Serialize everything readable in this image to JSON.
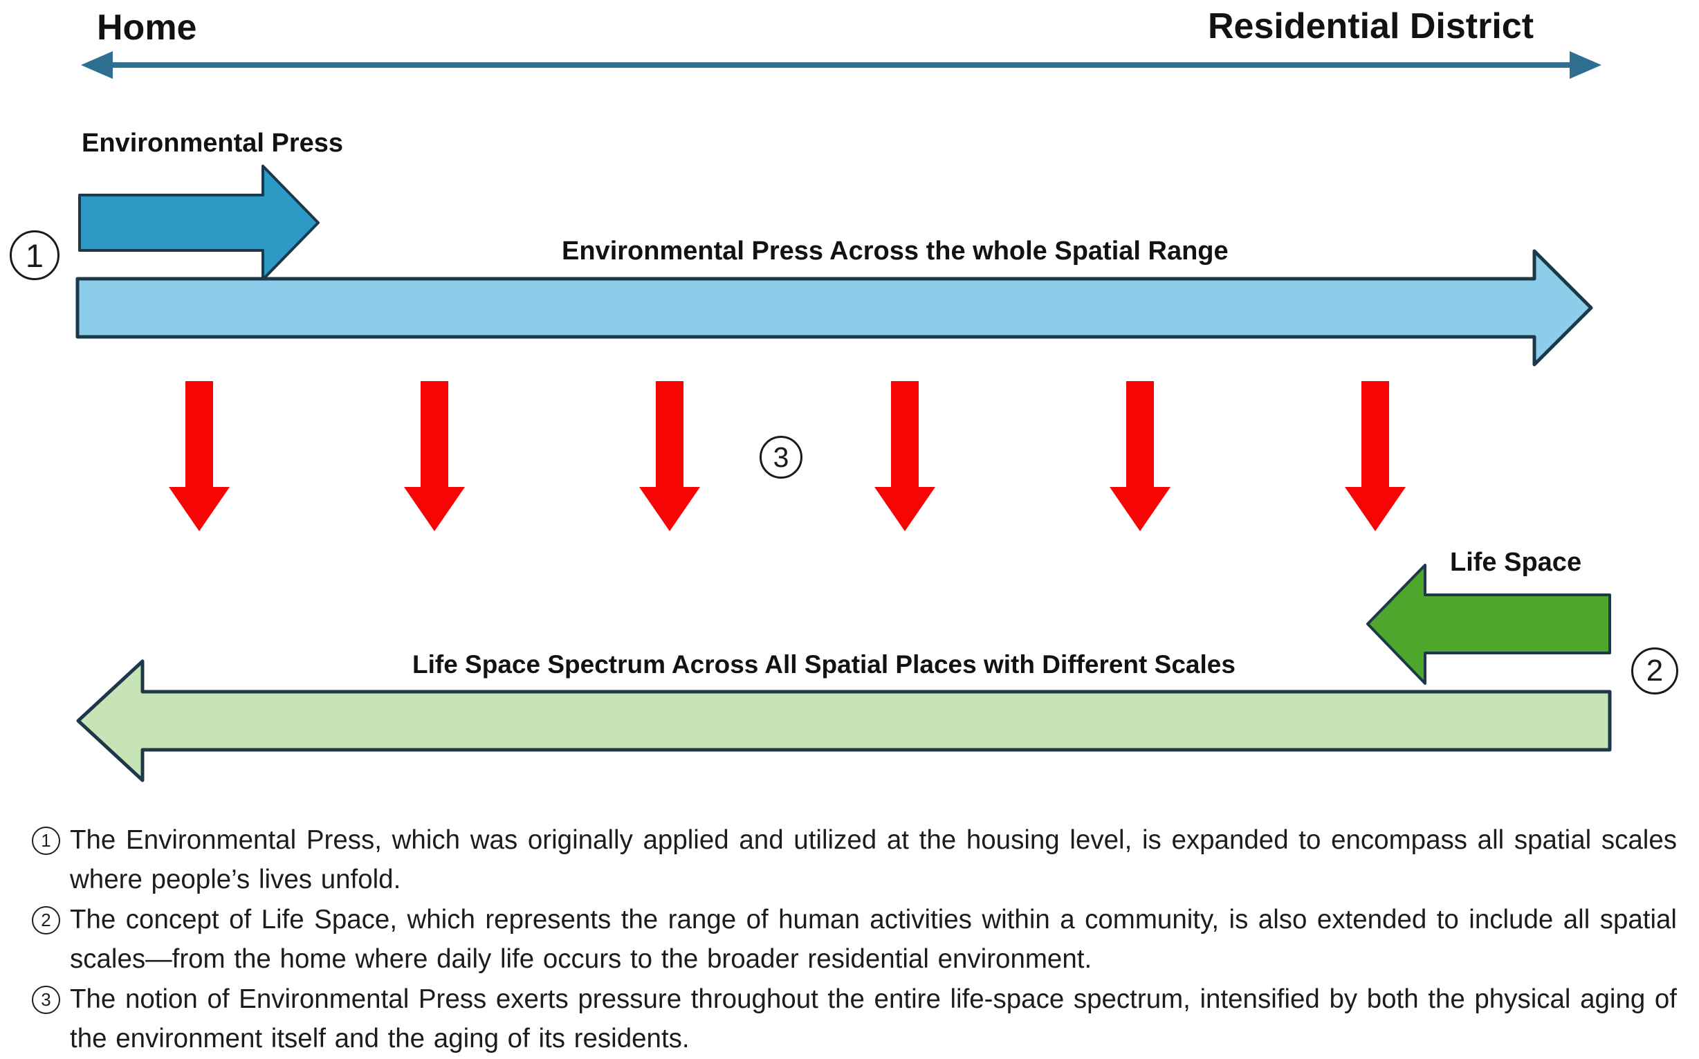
{
  "header": {
    "left_label": "Home",
    "right_label": "Residential District"
  },
  "diagram": {
    "env_press_marker": "1",
    "env_press_label": "Environmental Press",
    "env_press_range_label": "Environmental Press Across the whole Spatial Range",
    "pressure_marker": "3",
    "pressure_arrow_count": 6,
    "life_space_marker": "2",
    "life_space_label": "Life Space",
    "life_space_spectrum_label": "Life Space Spectrum Across All Spatial Places with Different Scales"
  },
  "notes": [
    {
      "marker": "1",
      "text": "The Environmental Press, which was originally applied and utilized at the housing level, is expanded to encompass all spatial scales where people’s lives unfold."
    },
    {
      "marker": "2",
      "text": "The concept of Life Space, which represents the range of human activities within a community, is also extended to include all spatial scales—from the home where daily life occurs to the broader residential environment."
    },
    {
      "marker": "3",
      "text": "The notion of Environmental Press exerts pressure throughout the entire life-space spectrum, intensified by both the physical aging of the environment itself and the aging of its residents."
    }
  ],
  "colors": {
    "axis_teal": "#2E6E91",
    "env_press_blue": "#2D9AC6",
    "env_press_light_blue": "#8CCEEA",
    "pressure_red": "#F70405",
    "life_space_green": "#4EA72C",
    "life_space_light_green": "#C6E4B5",
    "outline_navy": "#1C3849",
    "text_black": "#1C1C1C"
  }
}
